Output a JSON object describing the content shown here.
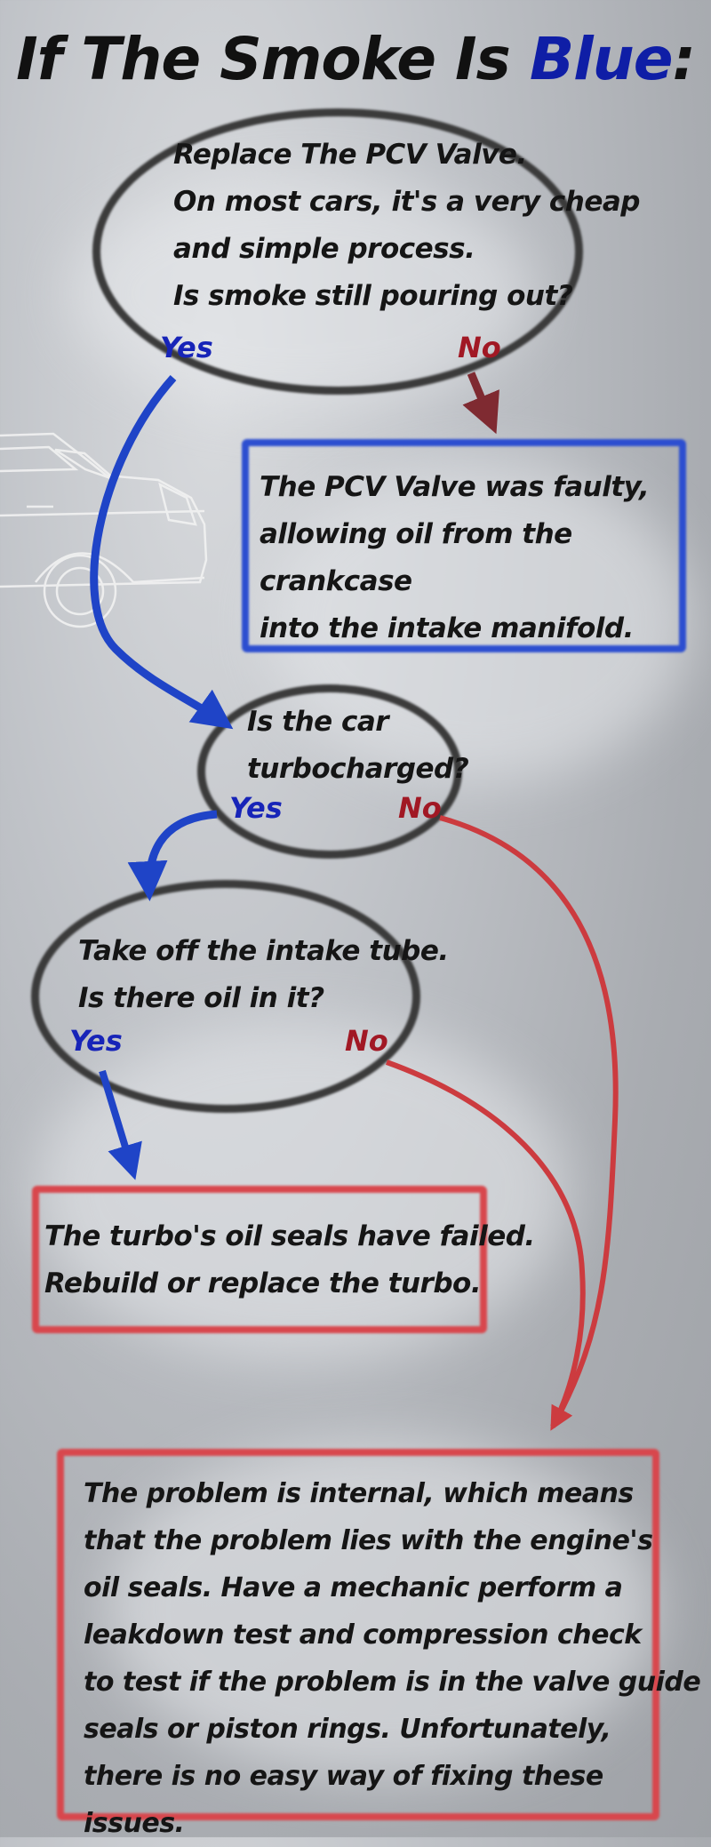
{
  "title": {
    "prefix": "If The Smoke Is ",
    "highlight": "Blue",
    "suffix": ":"
  },
  "nodes": {
    "pcv_question": {
      "lines": [
        "Replace The PCV Valve.",
        "On most cars, it's a very cheap",
        "and simple process.",
        "Is smoke still pouring out?"
      ],
      "yes": "Yes",
      "no": "No"
    },
    "pcv_faulty": {
      "lines": [
        "The PCV Valve was faulty,",
        "allowing oil from the crankcase",
        "into the intake manifold."
      ]
    },
    "turbo_question": {
      "lines": [
        "Is the car",
        "turbocharged?"
      ],
      "yes": "Yes",
      "no": "No"
    },
    "intake_question": {
      "lines": [
        "Take off the intake tube.",
        "Is there oil in it?"
      ],
      "yes": "Yes",
      "no": "No"
    },
    "turbo_seals": {
      "lines": [
        "The turbo's oil seals have failed.",
        "Rebuild or replace the turbo."
      ]
    },
    "internal_problem": {
      "lines": [
        "The problem is internal, which means",
        "that the problem lies with the engine's",
        "oil seals. Have a mechanic perform a",
        "leakdown test and compression check",
        "to test if the problem is in the valve guide",
        "seals or piston rings. Unfortunately,",
        "there is no easy way of fixing these issues."
      ]
    }
  },
  "colors": {
    "yes_arrow": "#1f44c7",
    "no_arrow": "#cc3b3f",
    "no_arrow_dark": "#7f2a31"
  }
}
